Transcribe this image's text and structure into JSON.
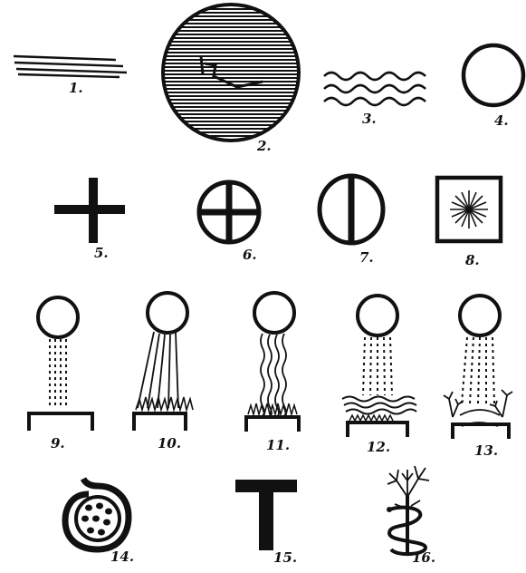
{
  "figures": [
    {
      "label": "1.",
      "icon": "parallel-lines-icon"
    },
    {
      "label": "2.",
      "icon": "hatched-disc-icon"
    },
    {
      "label": "3.",
      "icon": "wavy-lines-icon"
    },
    {
      "label": "4.",
      "icon": "circle-icon"
    },
    {
      "label": "5.",
      "icon": "cross-icon"
    },
    {
      "label": "6.",
      "icon": "circle-cross-icon"
    },
    {
      "label": "7.",
      "icon": "circle-bar-icon"
    },
    {
      "label": "8.",
      "icon": "square-star-icon"
    },
    {
      "label": "9.",
      "icon": "sun-rain-table-icon"
    },
    {
      "label": "10.",
      "icon": "sun-rays-grass-icon"
    },
    {
      "label": "11.",
      "icon": "sun-wavy-rays-grass-icon"
    },
    {
      "label": "12.",
      "icon": "sun-rain-field-icon"
    },
    {
      "label": "13.",
      "icon": "sun-rain-plants-icon"
    },
    {
      "label": "14.",
      "icon": "spiral-dots-icon"
    },
    {
      "label": "15.",
      "icon": "tau-icon"
    },
    {
      "label": "16.",
      "icon": "serpent-staff-icon"
    }
  ],
  "ink_color": "#111111"
}
